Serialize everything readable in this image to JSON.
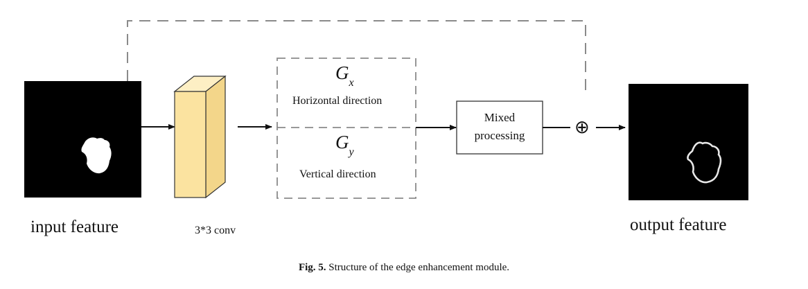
{
  "diagram": {
    "input_label": "input feature",
    "conv_label": "3*3 conv",
    "gx_symbol": "G",
    "gx_subscript": "x",
    "gx_label": "Horizontal direction",
    "gy_symbol": "G",
    "gy_subscript": "y",
    "gy_label": "Vertical direction",
    "mixed_line1": "Mixed",
    "mixed_line2": "processing",
    "add_symbol": "⊕",
    "output_label": "output feature"
  },
  "caption": {
    "prefix": "Fig. 5.",
    "text": "Structure of the edge enhancement module."
  },
  "colors": {
    "conv_fill": "#fbe3a0",
    "feature_bg": "#000000",
    "dashed_line": "#8a8a8a",
    "arrow": "#111111"
  }
}
